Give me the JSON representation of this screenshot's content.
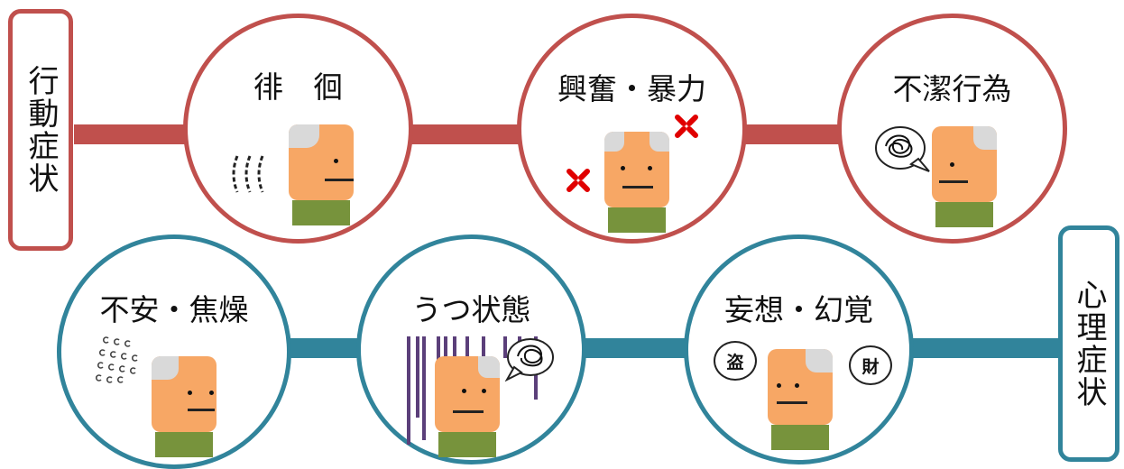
{
  "behavioral": {
    "label": "行動症状",
    "items": [
      "徘　徊",
      "興奮・暴力",
      "不潔行為"
    ]
  },
  "psychological": {
    "label": "心理症状",
    "items": [
      "不安・焦燥",
      "うつ状態",
      "妄想・幻覚"
    ]
  },
  "bubbles": {
    "steal": "盗",
    "wealth": "財"
  },
  "colors": {
    "behavioral": "#c0504d",
    "psychological": "#31849b",
    "face": "#f7a765",
    "shirt": "#77933c",
    "hair": "#d9d9d9"
  }
}
